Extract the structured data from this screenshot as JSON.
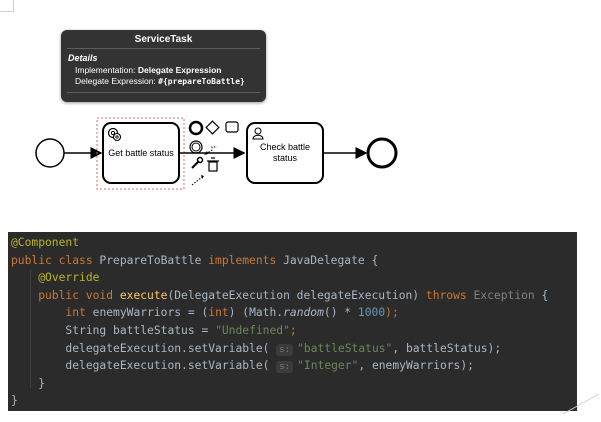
{
  "tooltip": {
    "title": "ServiceTask",
    "section": "Details",
    "impl_label": "Implementation: ",
    "impl_value": "Delegate Expression",
    "expr_label": "Delegate Expression: ",
    "expr_value": "#{prepareToBattle}"
  },
  "diagram": {
    "task1_label": "Get battle status",
    "task2_line1": "Check battle",
    "task2_line2": "status"
  },
  "code": {
    "l1_ann": "@Component",
    "l2_kw1": "public class ",
    "l2_name": "PrepareToBattle ",
    "l2_kw2": "implements ",
    "l2_iface": "JavaDelegate {",
    "l3_ann": "@Override",
    "l4_kw": "public void ",
    "l4_fn": "execute",
    "l4_params": "(DelegateExecution delegateExecution) ",
    "l4_throws": "throws ",
    "l4_exc": "Exception",
    "l4_brace": " {",
    "l5_kw": "int ",
    "l5_a": "enemyWarriors = (",
    "l5_cast": "int",
    "l5_b": ") (Math.",
    "l5_call": "random",
    "l5_c": "() * ",
    "l5_num": "1000",
    "l5_d": ");",
    "l6_a": "String battleStatus = ",
    "l6_str": "\"Undefined\"",
    "l6_semi": ";",
    "l7_a": "delegateExecution.setVariable(",
    "hint": "s:",
    "l7_str": "\"battleStatus\"",
    "l7_b": ", battleStatus);",
    "l8_a": "delegateExecution.setVariable(",
    "l8_str": "\"Integer\"",
    "l8_b": ", enemyWarriors);",
    "l9": "}",
    "l10": "}"
  },
  "colors": {
    "code_bg": "#2b2b2b",
    "keyword": "#cc7832",
    "annotation": "#bbb529",
    "function": "#ffc66d",
    "string": "#6a8759",
    "number": "#6897bb",
    "selection_dash": "#e06666"
  }
}
